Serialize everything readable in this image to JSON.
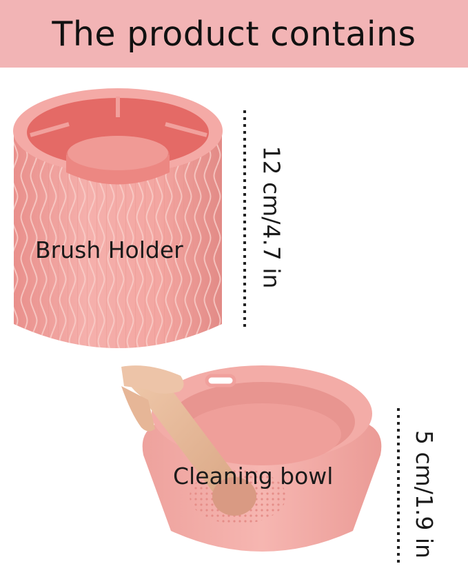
{
  "banner": {
    "title": "The product contains"
  },
  "holder": {
    "label": "Brush Holder",
    "dimension": "12 cm/4.7 in"
  },
  "bowl": {
    "label": "Cleaning bowl",
    "dimension": "5 cm/1.9 in"
  },
  "colors": {
    "banner": "#f2b4b5",
    "silicone": "#f0a09c",
    "silicone_dark": "#e07f7b",
    "silicone_light": "#f7c2bf",
    "brush_handle": "#e3b89a",
    "brush_hair": "#d99a83",
    "text": "#111111"
  }
}
